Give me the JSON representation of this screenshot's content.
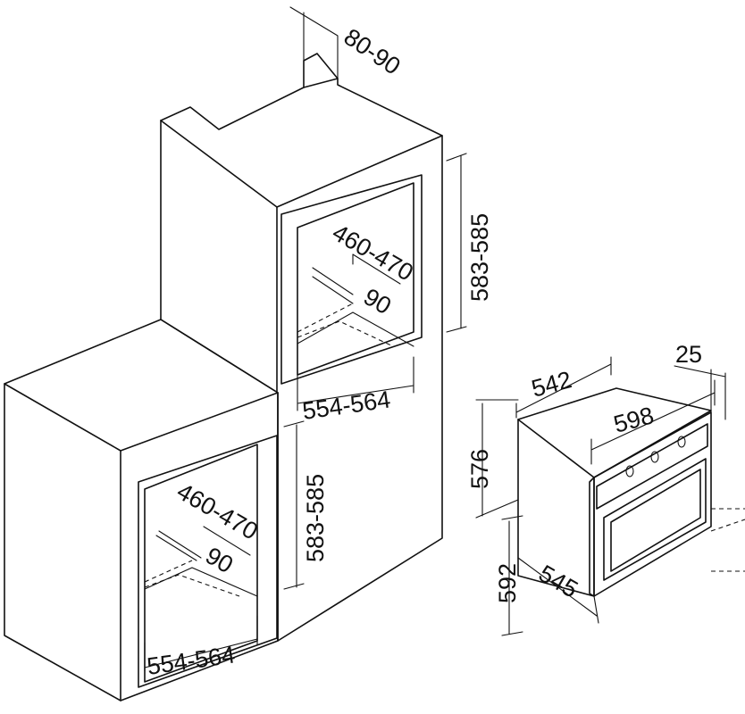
{
  "dimensions": {
    "column_top_depth": "80-90",
    "upper_niche_inner_depth": "460-470",
    "upper_niche_vent": "90",
    "upper_niche_height": "583-585",
    "upper_niche_width": "554-564",
    "lower_niche_inner_depth": "460-470",
    "lower_niche_vent": "90",
    "lower_niche_height": "583-585",
    "lower_niche_width": "554-564",
    "oven_depth": "542",
    "oven_door_thickness": "25",
    "oven_width": "598",
    "oven_height": "576",
    "oven_front_height": "592",
    "oven_body_depth": "545"
  },
  "colors": {
    "line": "#111111",
    "background": "#ffffff"
  }
}
